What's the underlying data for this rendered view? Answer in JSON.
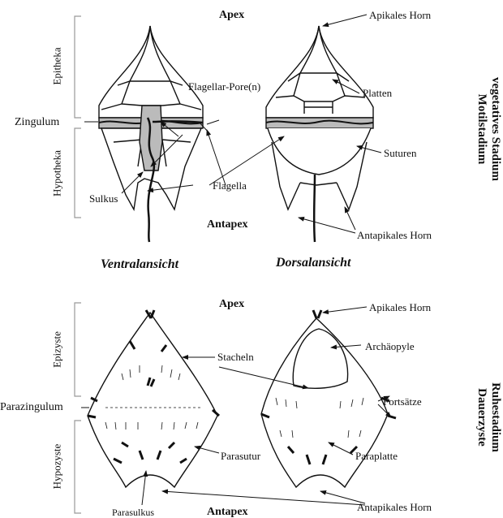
{
  "top": {
    "apex": "Apex",
    "antapex": "Antapex",
    "epitheka": "Epitheka",
    "zingulum": "Zingulum",
    "hypotheka": "Hypotheka",
    "sulkus": "Sulkus",
    "flagellar_pore": "Flagellar-Pore(n)",
    "flagella": "Flagella",
    "apikales_horn": "Apikales Horn",
    "platten": "Platten",
    "suturen": "Suturen",
    "antapikales_horn": "Antapikales Horn",
    "ventral": "Ventralansicht",
    "dorsal": "Dorsalansicht",
    "side_line1": "vegetatives Stadium",
    "side_line2": "Motilstadium"
  },
  "bottom": {
    "apex": "Apex",
    "antapex": "Antapex",
    "epizyste": "Epizyste",
    "parazingulum": "Parazingulum",
    "hypozyste": "Hypozyste",
    "parasulkus": "Parasulkus",
    "stacheln": "Stacheln",
    "parasutur": "Parasutur",
    "apikales_horn": "Apikales Horn",
    "archaeopyle": "Archäopyle",
    "fortsaetze": "Fortsätze",
    "paraplatte": "Paraplatte",
    "antapikales_horn": "Antapikales Horn",
    "side_line1": "Ruhestadium",
    "side_line2": "Dauerzyste"
  }
}
